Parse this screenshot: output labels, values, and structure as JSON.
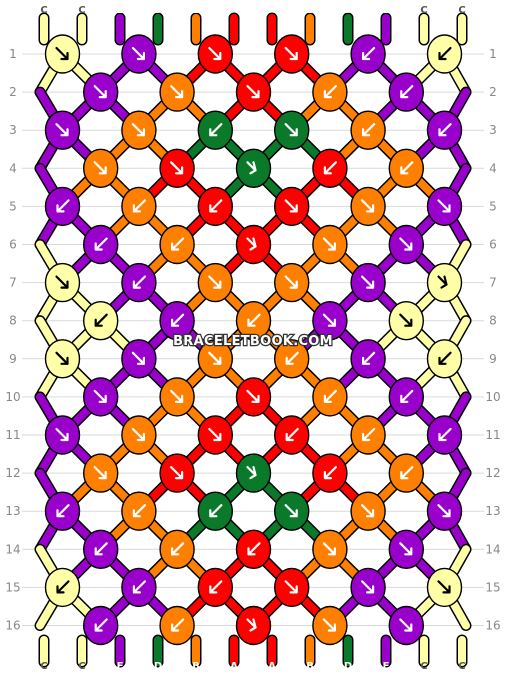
{
  "strands": [
    "C",
    "C",
    "E",
    "D",
    "B",
    "A",
    "A",
    "B",
    "D",
    "E",
    "C",
    "C"
  ],
  "colors": {
    "A": "#ff0000",
    "B": "#ff8000",
    "C": "#ffffa8",
    "D": "#0a7a2a",
    "E": "#9a00cc"
  },
  "rows": [
    "1",
    "2",
    "3",
    "4",
    "5",
    "6",
    "7",
    "8",
    "9",
    "10",
    "11",
    "12",
    "13",
    "14",
    "15",
    "16"
  ],
  "watermark": "BRACELETBOOK.COM",
  "knots": [
    [
      "C:fw",
      "E:f",
      "A:f",
      "A:f",
      "E:b",
      "C:bw"
    ],
    [
      "E:f",
      "B:f",
      "A:f",
      "B:b",
      "E:b"
    ],
    [
      "E:f",
      "B:f",
      "D:b",
      "D:f",
      "B:b",
      "E:b"
    ],
    [
      "B:f",
      "A:f",
      "D:fb",
      "A:b",
      "B:b"
    ],
    [
      "E:b",
      "B:b",
      "A:b",
      "A:f",
      "B:f",
      "E:f"
    ],
    [
      "E:b",
      "B:b",
      "A:fb",
      "B:f",
      "E:f"
    ],
    [
      "C:f",
      "E:b",
      "B:f",
      "B:f",
      "E:f",
      "C:fb"
    ],
    [
      "C:bw",
      "E:b",
      "B:b",
      "E:f",
      "C:fw"
    ],
    [
      "C:f",
      "E:f",
      "B:f",
      "B:b",
      "E:b",
      "C:b"
    ],
    [
      "E:f",
      "B:f",
      "A:f",
      "B:b",
      "E:b"
    ],
    [
      "E:f",
      "B:f",
      "A:f",
      "A:b",
      "B:b",
      "E:b"
    ],
    [
      "B:f",
      "A:f",
      "D:fb",
      "A:b",
      "B:b"
    ],
    [
      "E:b",
      "B:b",
      "D:b",
      "D:f",
      "B:f",
      "E:f"
    ],
    [
      "E:b",
      "B:b",
      "A:b",
      "B:f",
      "E:f"
    ],
    [
      "C:bw",
      "E:b",
      "A:b",
      "A:f",
      "E:f",
      "C:fw"
    ],
    [
      "E:b",
      "B:b",
      "A:fb",
      "B:f",
      "E:f"
    ]
  ]
}
